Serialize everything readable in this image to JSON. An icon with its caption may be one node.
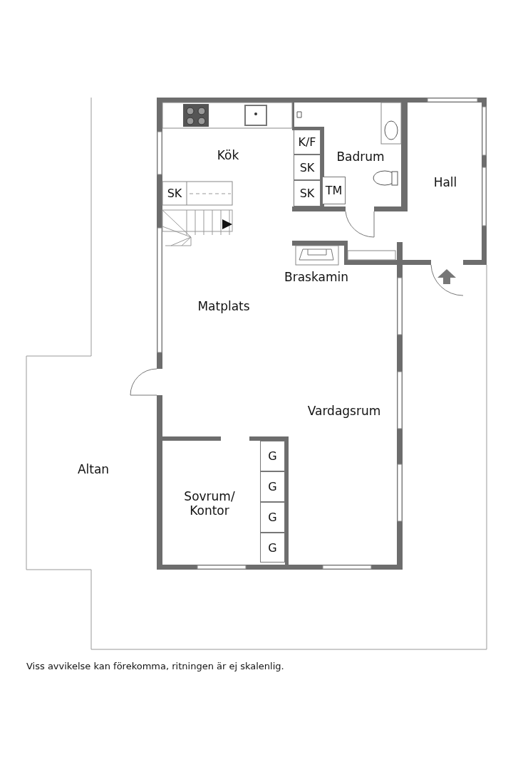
{
  "diagram": {
    "caption": "Viss avvikelse kan förekomma, ritningen är ej skalenlig.",
    "nodes": [
      {
        "text": [
          "K/F"
        ]
      },
      {
        "text": [
          "SK"
        ]
      },
      {
        "text": [
          "SK"
        ]
      },
      {
        "text": [
          "SK"
        ]
      },
      {
        "text": [
          "TM"
        ]
      },
      {
        "text": [
          "G"
        ]
      },
      {
        "text": [
          "G"
        ]
      },
      {
        "text": [
          "G"
        ]
      },
      {
        "text": [
          "G"
        ]
      }
    ],
    "labels": [
      "Kök",
      "Badrum",
      "Hall",
      "Braskamin",
      "Matplats",
      "Vardagsrum",
      "Altan",
      "Sovrum/ Kontor"
    ]
  }
}
